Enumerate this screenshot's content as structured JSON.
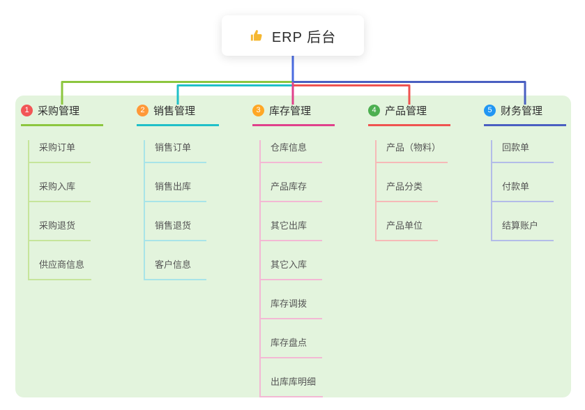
{
  "root": {
    "title": "ERP 后台",
    "icon": "thumbs-up-icon"
  },
  "theme": {
    "panel_bg": "#e3f4dd",
    "root_line_color": "#4a6be0",
    "icon_color": "#f5b731"
  },
  "branches": [
    {
      "num": "1",
      "label": "采购管理",
      "badge_color": "#f25656",
      "line_color": "#8cc63f",
      "light_color": "#c6e59b",
      "children": [
        "采购订单",
        "采购入库",
        "采购退货",
        "供应商信息"
      ]
    },
    {
      "num": "2",
      "label": "销售管理",
      "badge_color": "#ff9838",
      "line_color": "#20c0c8",
      "light_color": "#a8e4e8",
      "children": [
        "销售订单",
        "销售出库",
        "销售退货",
        "客户信息"
      ]
    },
    {
      "num": "3",
      "label": "库存管理",
      "badge_color": "#ffa726",
      "line_color": "#e0418b",
      "light_color": "#f3b8d4",
      "children": [
        "仓库信息",
        "产品库存",
        "其它出库",
        "其它入库",
        "库存调拨",
        "库存盘点",
        "出库库明细"
      ]
    },
    {
      "num": "4",
      "label": "产品管理",
      "badge_color": "#4caf50",
      "line_color": "#ef5350",
      "light_color": "#f6b9b7",
      "children": [
        "产品（物料）",
        "产品分类",
        "产品单位"
      ]
    },
    {
      "num": "5",
      "label": "财务管理",
      "badge_color": "#2196f3",
      "line_color": "#4a5fc1",
      "light_color": "#b3bce8",
      "children": [
        "回款单",
        "付款单",
        "结算账户"
      ]
    }
  ]
}
